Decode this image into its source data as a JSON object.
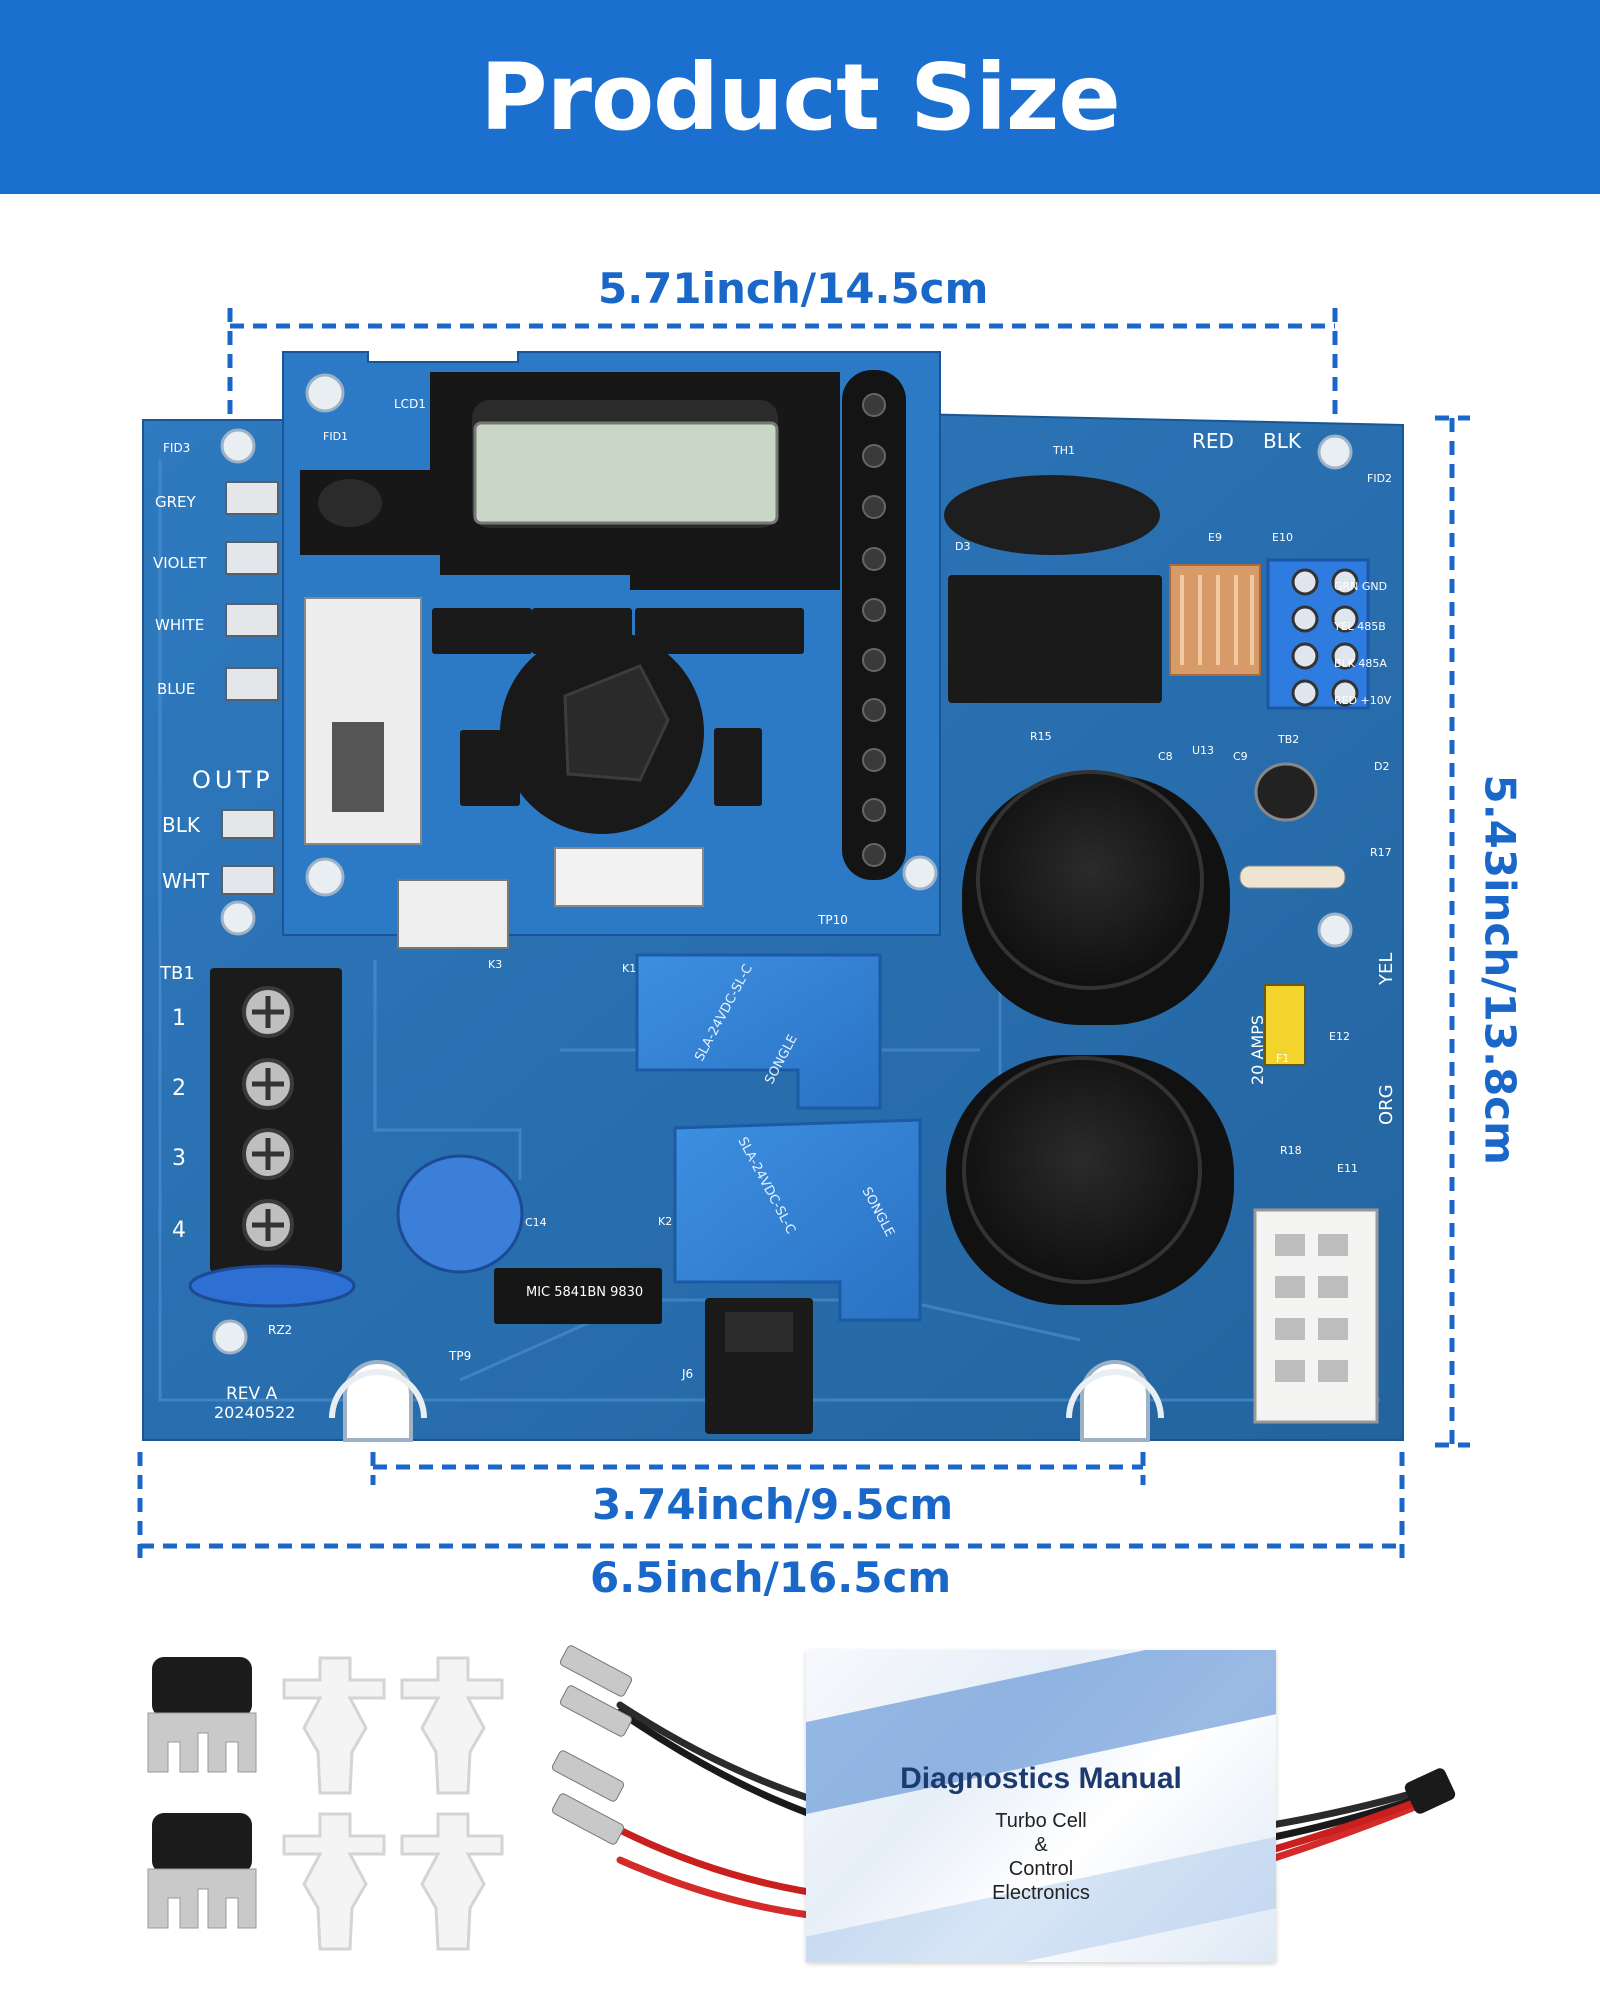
{
  "header": {
    "title": "Product Size"
  },
  "dimensions": {
    "top_width": "5.71inch/14.5cm",
    "right_height": "5.43inch/13.8cm",
    "hole_spacing": "3.74inch/9.5cm",
    "total_width": "6.5inch/16.5cm"
  },
  "board_labels": {
    "grey": "GREY",
    "violet": "VIOLET",
    "white": "WHITE",
    "blue": "BLUE",
    "outp": "OUTP",
    "blk": "BLK",
    "wht": "WHT",
    "tb1": "TB1",
    "t1": "1",
    "t2": "2",
    "t3": "3",
    "t4": "4",
    "rev": "REV A",
    "date": "20240522",
    "red": "RED",
    "blk2": "BLK",
    "yel": "YEL",
    "org": "ORG",
    "amps": "20 AMPS",
    "grn_gnd": "GRN GND",
    "yel485b": "YEL 485B",
    "blk485a": "BLK 485A",
    "red10v": "RED +10V",
    "fid3": "FID3",
    "lcd1": "LCD1",
    "fid1": "FID1",
    "th1": "TH1",
    "fid2": "FID2",
    "relay1_brand": "SONGLE",
    "relay1_model": "SLA-24VDC-SL-C",
    "relay2_brand": "SONGLE",
    "relay2_model": "SLA-24VDC-SL-C",
    "ic_label": "MIC 5841BN 9830",
    "j6": "J6",
    "tp9": "TP9",
    "rz2": "RZ2",
    "k3": "K3",
    "k1": "K1",
    "k2": "K2",
    "c14": "C14",
    "r15": "R15",
    "r17": "R17",
    "r18": "R18",
    "f1": "F1",
    "e9": "E9",
    "e10": "E10",
    "e11": "E11",
    "e12": "E12",
    "tb2": "TB2",
    "d2": "D2",
    "d3": "D3",
    "c8": "C8",
    "u13": "U13",
    "c9": "C9",
    "tp10": "TP10"
  },
  "manual": {
    "title": "Diagnostics  Manual",
    "line1": "Turbo Cell",
    "line2": "&",
    "line3": "Control",
    "line4": "Electronics"
  },
  "colors": {
    "header_bg": "#1b6fce",
    "dimension": "#1967c9",
    "pcb": "#2d76b8",
    "pcb_dark": "#1f5e99"
  }
}
